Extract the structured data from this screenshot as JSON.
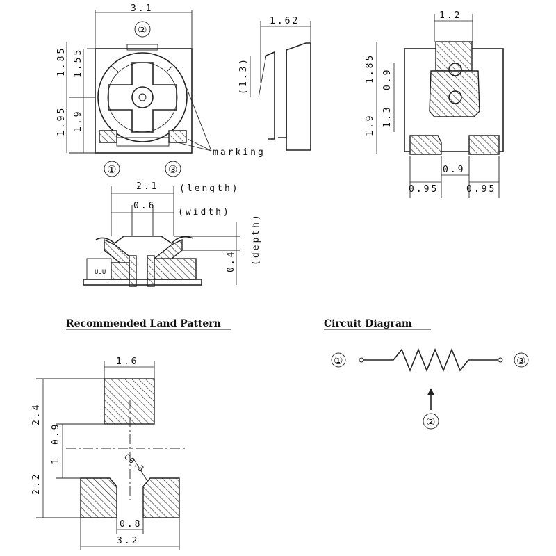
{
  "top_view": {
    "dim_width": "3.1",
    "dim_h1": "1.85",
    "dim_h2": "1.55",
    "dim_h3": "1.95",
    "dim_h4": "1.9",
    "marking_label": "marking",
    "pin1": "①",
    "pin2": "②",
    "pin3": "③"
  },
  "side_view": {
    "dim_thickness": "1.62",
    "dim_height": "(1.3)"
  },
  "bottom_view": {
    "dim_width": "1.2",
    "dim_h1": "1.85",
    "dim_h2": "0.9",
    "dim_h3": "1.9",
    "dim_h4": "1.3",
    "dim_gap": "0.9",
    "dim_left": "0.95",
    "dim_right": "0.95"
  },
  "section_view": {
    "dim_length": "2.1",
    "length_label": "(length)",
    "dim_width": "0.6",
    "width_label": "(width)",
    "dim_depth": "0.4",
    "depth_label": "(depth)",
    "pad_mark": "UUU"
  },
  "land_pattern": {
    "title": "Recommended Land Pattern",
    "dim_top_pad": "1.6",
    "dim_24": "2.4",
    "dim_09": "0.9",
    "dim_1": "1",
    "dim_22": "2.2",
    "chamfer": "C0.3",
    "dim_gap": "0.8",
    "dim_total": "3.2"
  },
  "circuit": {
    "title": "Circuit Diagram",
    "pin1": "①",
    "pin2": "②",
    "pin3": "③"
  }
}
